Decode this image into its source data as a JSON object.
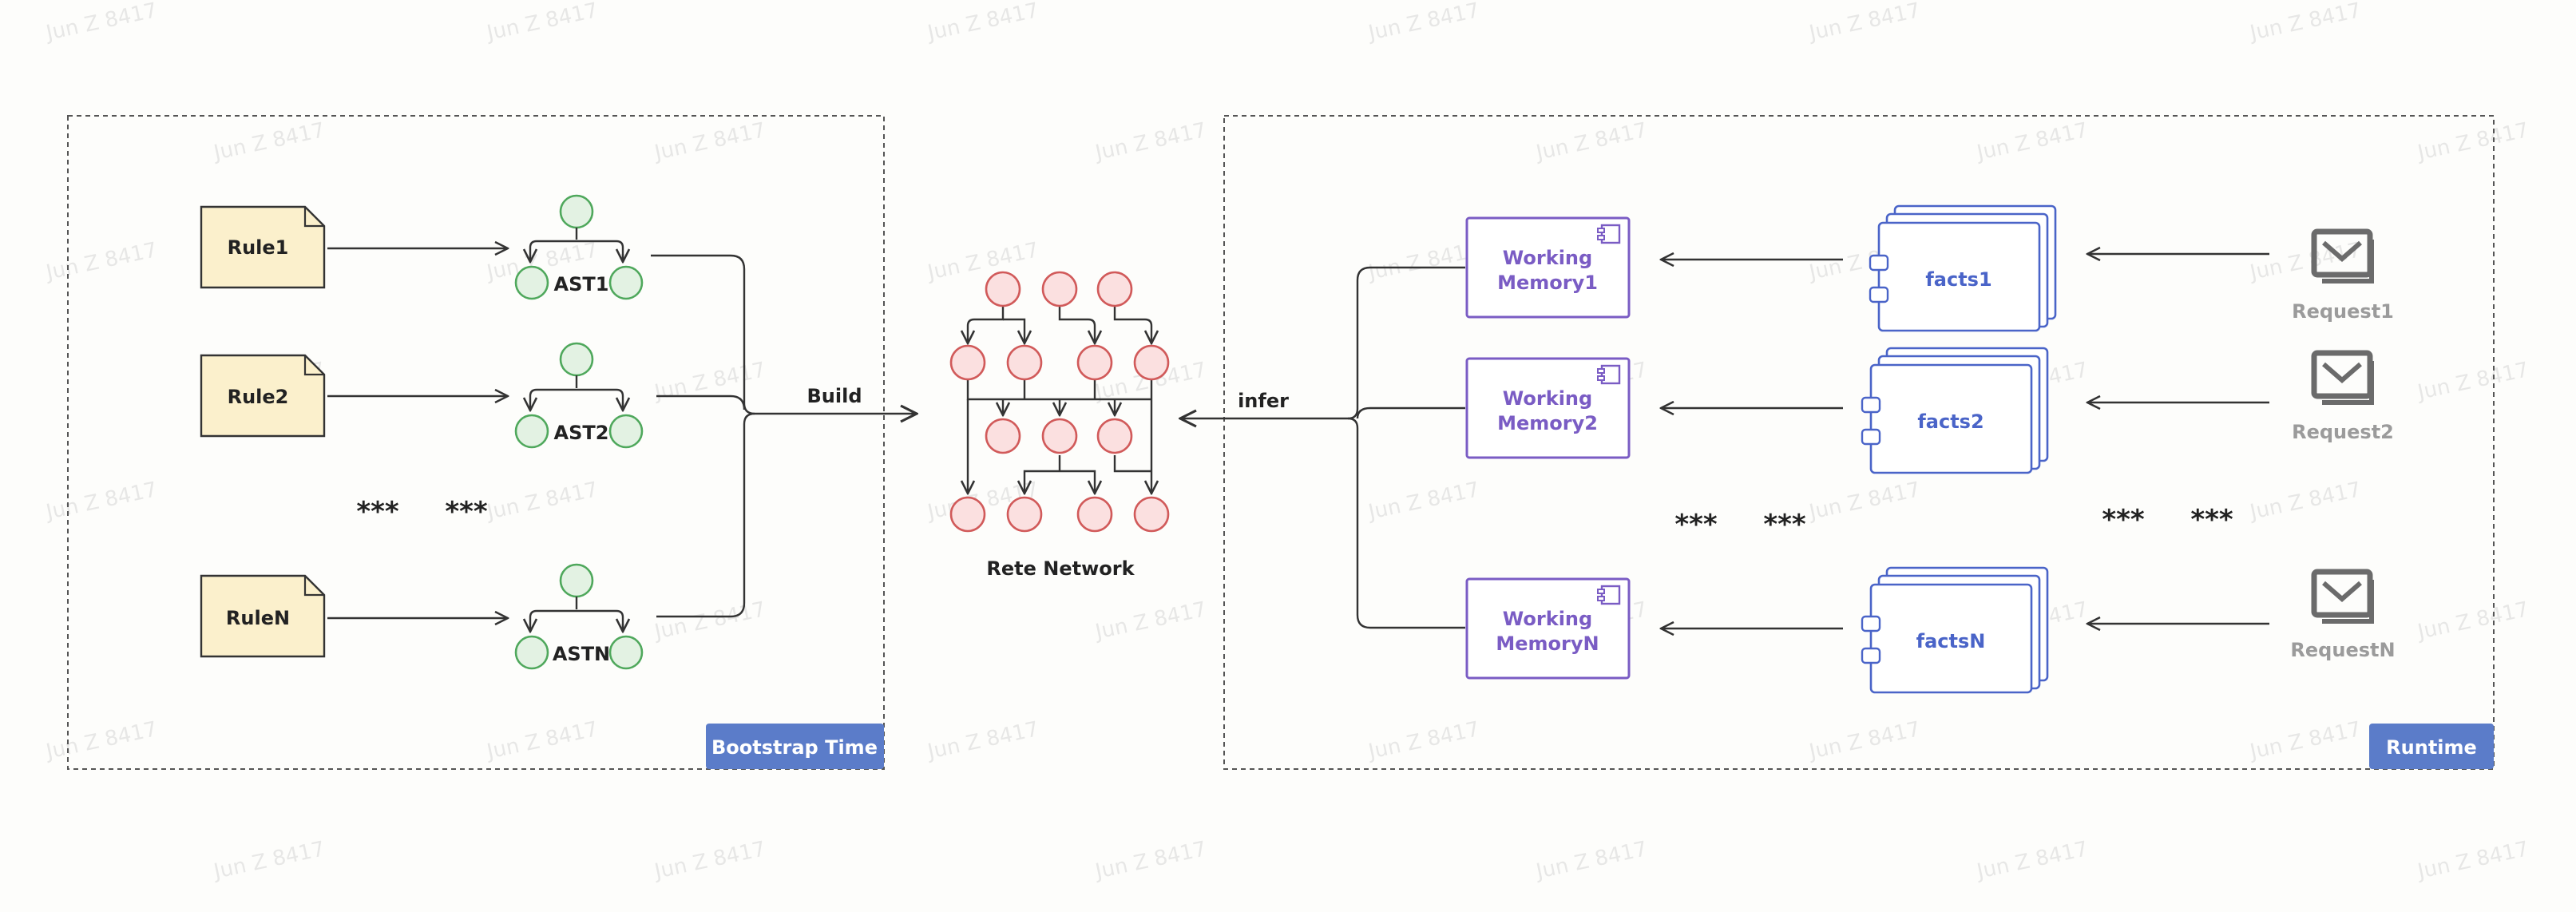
{
  "colors": {
    "rule_fill": "#fbf0cc",
    "ast_node_fill": "#e3f2e3",
    "ast_node_stroke": "#4fa85c",
    "rete_node_fill": "#fbe0e0",
    "rete_node_stroke": "#d15a5a",
    "working_memory": "#7a5cc4",
    "facts": "#4a64c8",
    "request_icon": "#6b6b6b",
    "tag_fill": "#5b7cc9"
  },
  "watermark": "Jun Z 8417",
  "bootstrap": {
    "tag": "Bootstrap Time",
    "rules": [
      "Rule1",
      "Rule2",
      "RuleN"
    ],
    "asts": [
      "AST1",
      "AST2",
      "ASTN"
    ],
    "ellipsis": [
      "***",
      "***"
    ],
    "build_label": "Build"
  },
  "rete": {
    "label": "Rete Network",
    "infer_label": "infer"
  },
  "runtime": {
    "tag": "Runtime",
    "working_memories": [
      [
        "Working",
        "Memory1"
      ],
      [
        "Working",
        "Memory2"
      ],
      [
        "Working",
        "MemoryN"
      ]
    ],
    "facts": [
      "facts1",
      "facts2",
      "factsN"
    ],
    "requests": [
      "Request1",
      "Request2",
      "RequestN"
    ],
    "icons": {
      "working_memory": "component-icon",
      "facts": "component-icon",
      "request": "inbox-icon"
    },
    "ellipsis_mid": [
      "***",
      "***"
    ],
    "ellipsis_right": [
      "***",
      "***"
    ]
  }
}
